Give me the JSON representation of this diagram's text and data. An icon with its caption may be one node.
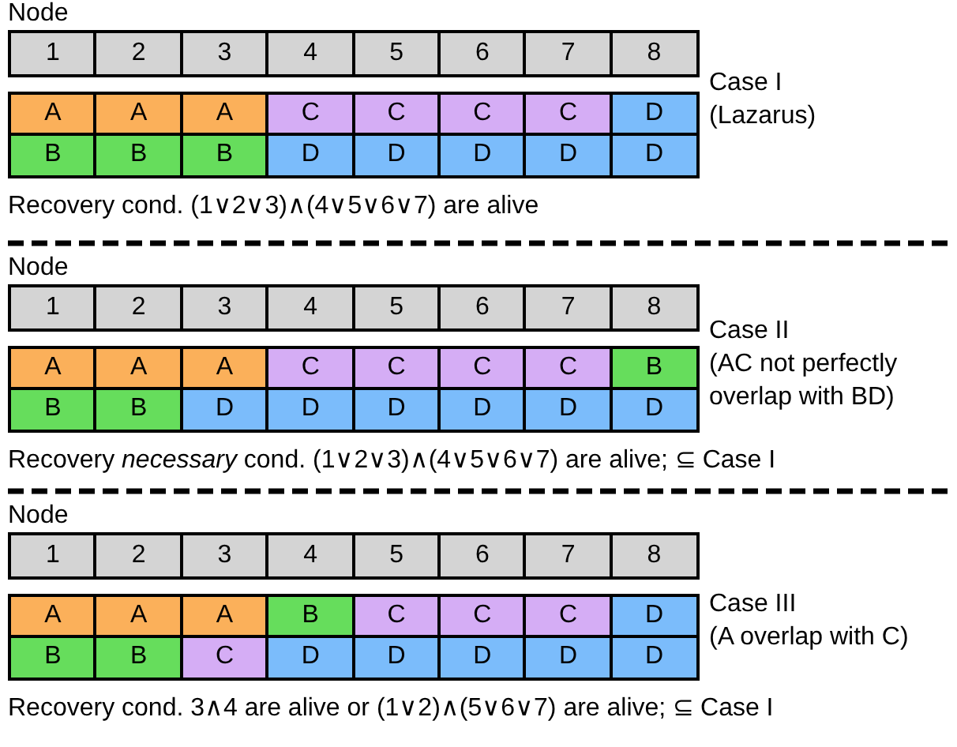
{
  "diagram": {
    "nodes": [
      {
        "text": [
          "1"
        ]
      },
      {
        "text": [
          "2"
        ]
      },
      {
        "text": [
          "3"
        ]
      },
      {
        "text": [
          "4"
        ]
      },
      {
        "text": [
          "5"
        ]
      },
      {
        "text": [
          "6"
        ]
      },
      {
        "text": [
          "7"
        ]
      },
      {
        "text": [
          "8"
        ]
      },
      {
        "text": [
          "A"
        ]
      },
      {
        "text": [
          "A"
        ]
      },
      {
        "text": [
          "A"
        ]
      },
      {
        "text": [
          "C"
        ]
      },
      {
        "text": [
          "C"
        ]
      },
      {
        "text": [
          "C"
        ]
      },
      {
        "text": [
          "C"
        ]
      },
      {
        "text": [
          "D"
        ]
      },
      {
        "text": [
          "B"
        ]
      },
      {
        "text": [
          "B"
        ]
      },
      {
        "text": [
          "B"
        ]
      },
      {
        "text": [
          "D"
        ]
      },
      {
        "text": [
          "D"
        ]
      },
      {
        "text": [
          "D"
        ]
      },
      {
        "text": [
          "D"
        ]
      },
      {
        "text": [
          "D"
        ]
      },
      {
        "text": [
          "1"
        ]
      },
      {
        "text": [
          "2"
        ]
      },
      {
        "text": [
          "3"
        ]
      },
      {
        "text": [
          "4"
        ]
      },
      {
        "text": [
          "5"
        ]
      },
      {
        "text": [
          "6"
        ]
      },
      {
        "text": [
          "7"
        ]
      },
      {
        "text": [
          "8"
        ]
      },
      {
        "text": [
          "A"
        ]
      },
      {
        "text": [
          "A"
        ]
      },
      {
        "text": [
          "A"
        ]
      },
      {
        "text": [
          "C"
        ]
      },
      {
        "text": [
          "C"
        ]
      },
      {
        "text": [
          "C"
        ]
      },
      {
        "text": [
          "C"
        ]
      },
      {
        "text": [
          "B"
        ]
      },
      {
        "text": [
          "B"
        ]
      },
      {
        "text": [
          "B"
        ]
      },
      {
        "text": [
          "D"
        ]
      },
      {
        "text": [
          "D"
        ]
      },
      {
        "text": [
          "D"
        ]
      },
      {
        "text": [
          "D"
        ]
      },
      {
        "text": [
          "D"
        ]
      },
      {
        "text": [
          "D"
        ]
      },
      {
        "text": [
          "1"
        ]
      },
      {
        "text": [
          "2"
        ]
      },
      {
        "text": [
          "3"
        ]
      },
      {
        "text": [
          "4"
        ]
      },
      {
        "text": [
          "5"
        ]
      },
      {
        "text": [
          "6"
        ]
      },
      {
        "text": [
          "7"
        ]
      },
      {
        "text": [
          "8"
        ]
      },
      {
        "text": [
          "A"
        ]
      },
      {
        "text": [
          "A"
        ]
      },
      {
        "text": [
          "A"
        ]
      },
      {
        "text": [
          "B"
        ]
      },
      {
        "text": [
          "C"
        ]
      },
      {
        "text": [
          "C"
        ]
      },
      {
        "text": [
          "C"
        ]
      },
      {
        "text": [
          "D"
        ]
      },
      {
        "text": [
          "B"
        ]
      },
      {
        "text": [
          "B"
        ]
      },
      {
        "text": [
          "C"
        ]
      },
      {
        "text": [
          "D"
        ]
      },
      {
        "text": [
          "D"
        ]
      },
      {
        "text": [
          "D"
        ]
      },
      {
        "text": [
          "D"
        ]
      },
      {
        "text": [
          "D"
        ]
      }
    ],
    "labels": [
      "Node",
      "Case I",
      "(Lazarus)",
      "Recovery cond. (1∨2∨3)∧(4∨5∨6∨7) are alive",
      "Node",
      "Case II",
      "(AC not perfectly overlap with BD)",
      "Recovery *necessary* cond. (1∨2∨3)∧(4∨5∨6∨7) are alive; ⊆ Case I",
      "Node",
      "Case III",
      "(A overlap with C)",
      "Recovery cond. 3∧4 are alive or (1∨2)∧(5∨6∨7) are alive; ⊆ Case I"
    ]
  }
}
